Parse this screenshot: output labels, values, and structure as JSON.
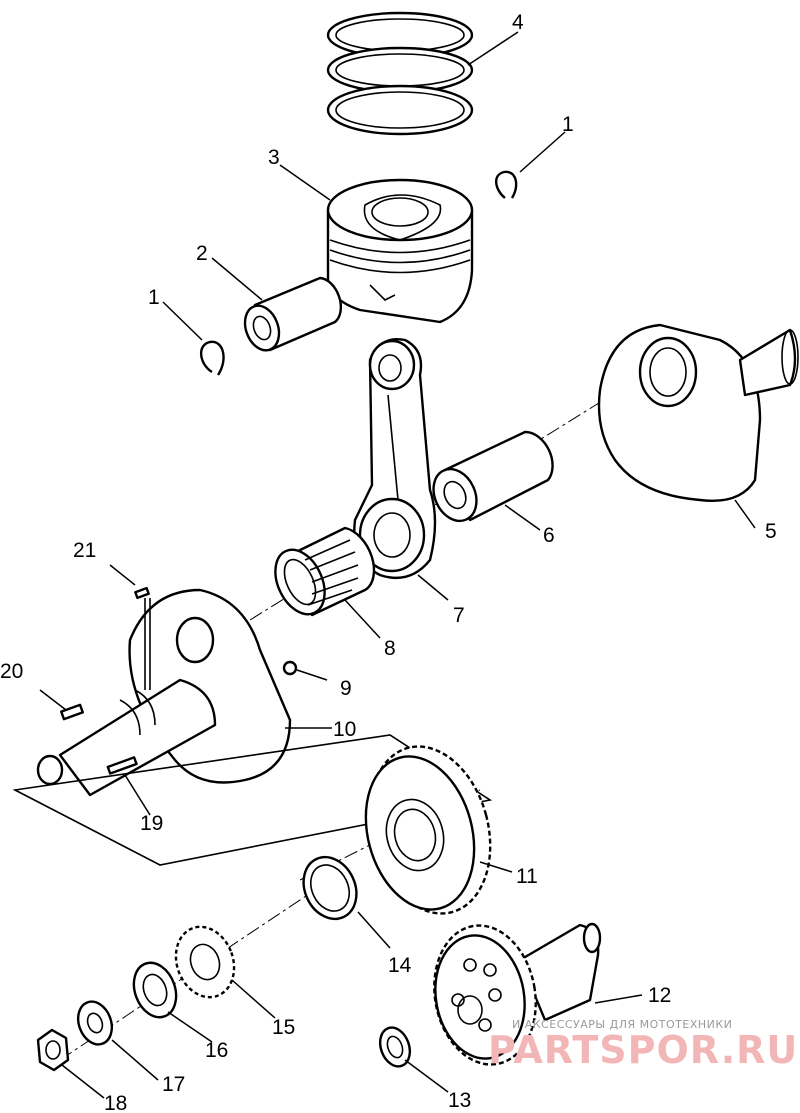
{
  "callouts": {
    "c1": "1",
    "c2": "2",
    "c3": "3",
    "c4": "4",
    "c5": "5",
    "c6": "6",
    "c7": "7",
    "c8": "8",
    "c9": "9",
    "c10": "10",
    "c11": "11",
    "c12": "12",
    "c13": "13",
    "c14": "14",
    "c15": "15",
    "c16": "16",
    "c17": "17",
    "c18": "18",
    "c19": "19",
    "c20": "20",
    "c21": "21"
  },
  "watermark": {
    "tagline": "И АКСЕССУАРЫ ДЛЯ МОТОТЕХНИКИ",
    "logo": "PARTSPOR.RU"
  },
  "colors": {
    "line": "#000000",
    "background": "#ffffff",
    "watermark_logo": "#f2b6b6",
    "watermark_text": "#9a9a9a"
  }
}
